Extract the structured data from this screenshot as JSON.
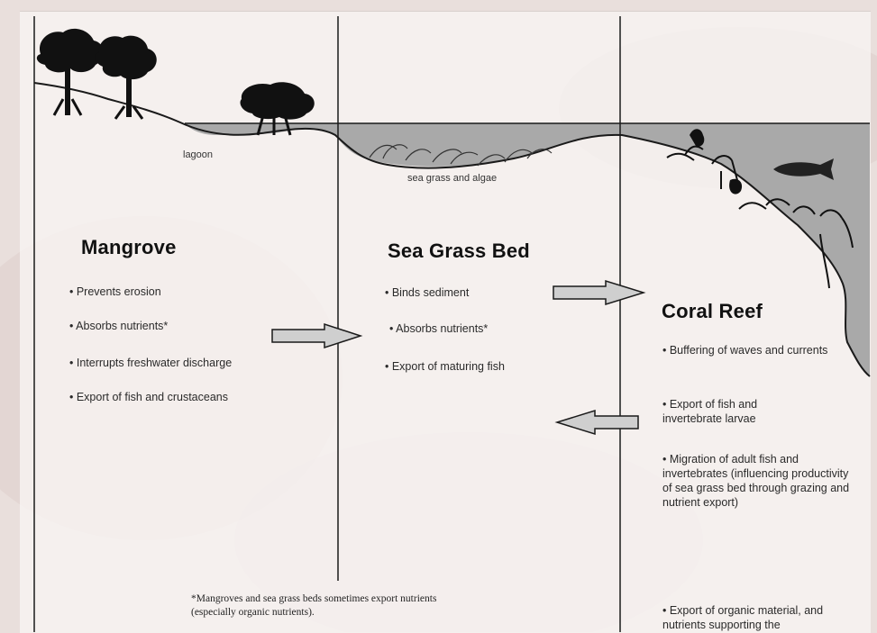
{
  "diagram": {
    "labels": {
      "lagoon": "lagoon",
      "sea_grass": "sea grass and algae"
    },
    "mangrove": {
      "heading": "Mangrove",
      "bullets": [
        "• Prevents erosion",
        "• Absorbs nutrients*",
        "• Interrupts freshwater discharge",
        "• Export of fish and crustaceans"
      ]
    },
    "sea_grass_bed": {
      "heading": "Sea Grass Bed",
      "bullets": [
        "• Binds sediment",
        "• Absorbs nutrients*",
        "• Export of maturing fish"
      ]
    },
    "coral_reef": {
      "heading": "Coral Reef",
      "bullets": [
        "• Buffering of waves and currents",
        "• Export of fish and invertebrate larvae",
        "• Migration of adult fish and invertebrates (influencing productivity of sea grass bed through grazing and nutrient export)",
        "• Export of organic material, and nutrients supporting the"
      ]
    },
    "footnote": "*Mangroves and sea grass beds sometimes export nutrients (especially organic nutrients).",
    "colors": {
      "water": "#a9a9a9",
      "lines": "#1a1a1a",
      "arrow_fill": "#cfcfcf"
    }
  }
}
